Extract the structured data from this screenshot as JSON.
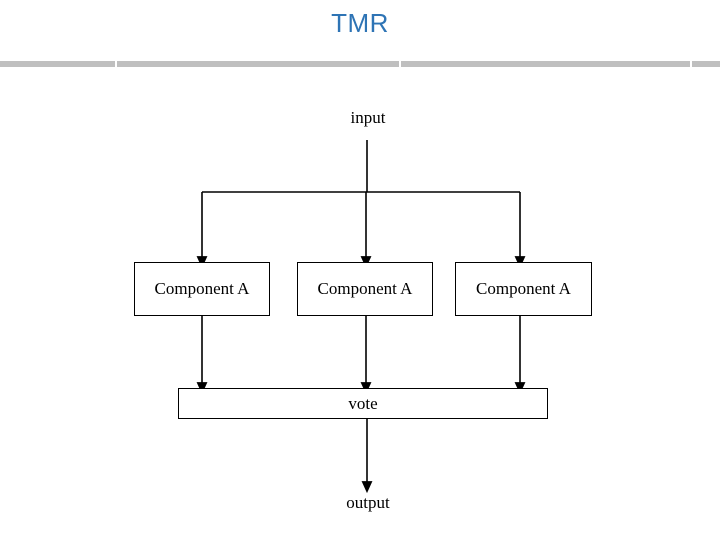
{
  "slide": {
    "title": "TMR",
    "accent_color": "#2e74b5",
    "rule_color": "#bfbfbf",
    "background": "#ffffff"
  },
  "diagram": {
    "type": "flowchart",
    "line_color": "#000000",
    "input_label": "input",
    "output_label": "output",
    "vote_label": "vote",
    "components": [
      {
        "label": "Component A"
      },
      {
        "label": "Component A"
      },
      {
        "label": "Component A"
      }
    ]
  }
}
